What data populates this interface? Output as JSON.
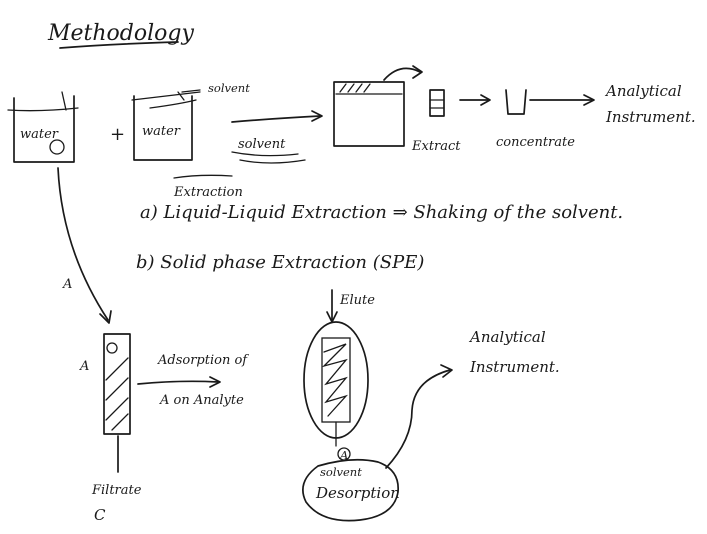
{
  "title": "Methodology",
  "top_flow": {
    "beaker1_label": "water",
    "plus": "+",
    "beaker2_label": "water",
    "solvent_label": "solvent",
    "arrow1_label": "solvent",
    "extract_label": "Extract",
    "concentrate_label": "concentrate",
    "instrument_label_line1": "Analytical",
    "instrument_label_line2": "Instrument."
  },
  "methods": {
    "heading": "Extraction",
    "item_a": "a) Liquid-Liquid Extraction ⇒ Shaking of the solvent.",
    "item_b": "b) Solid phase Extraction (SPE)"
  },
  "spe_flow": {
    "analyte_mark": "A",
    "analyte_mark_2": "A",
    "adsorption_line1": "Adsorption of",
    "adsorption_line2": "A on Analyte",
    "filtrate_label": "Filtrate",
    "filtrate_letter": "C",
    "elute_label": "Elute",
    "desorption_label": "Desorption",
    "desorption_small": "A",
    "solvent_small": "solvent",
    "instrument2_line1": "Analytical",
    "instrument2_line2": "Instrument."
  }
}
